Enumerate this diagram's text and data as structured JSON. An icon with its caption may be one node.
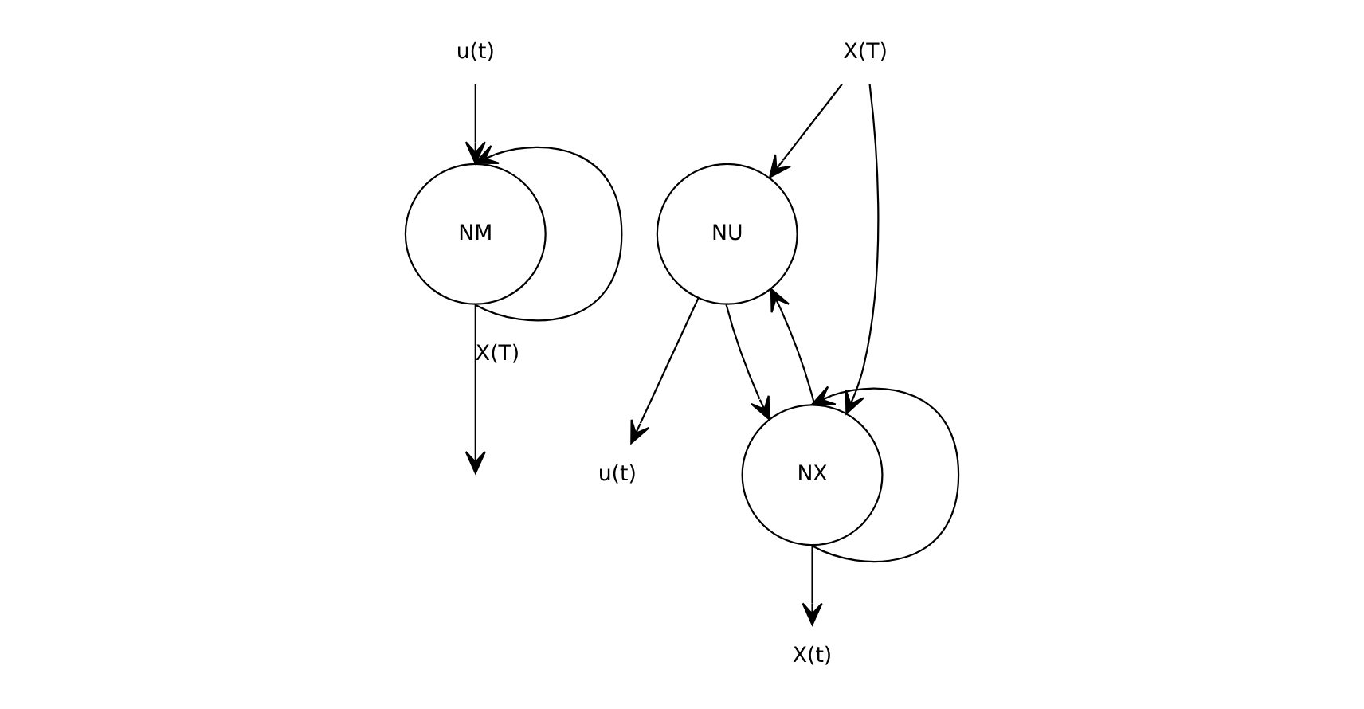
{
  "diagram": {
    "nodes": [
      {
        "text": [
          "u(t)"
        ]
      },
      {
        "text": [
          "NM"
        ]
      },
      {
        "text": [
          "X(T)"
        ]
      },
      {
        "text": [
          "NU"
        ]
      },
      {
        "text": [
          "NX"
        ]
      },
      {
        "text": [
          "u(t)"
        ]
      },
      {
        "text": [
          "X(t)"
        ]
      }
    ],
    "edges": [
      {
        "from": 0,
        "to": 1,
        "arrow": "to"
      },
      {
        "from": 1,
        "to": 1,
        "arrow": "to"
      },
      {
        "from": 1,
        "to": null,
        "arrow": "to",
        "label": "X(T)"
      },
      {
        "from": 2,
        "to": 3,
        "arrow": "to"
      },
      {
        "from": 2,
        "to": 4,
        "arrow": "to"
      },
      {
        "from": 4,
        "to": 3,
        "arrow": "to"
      },
      {
        "from": 4,
        "to": 4,
        "arrow": "to"
      },
      {
        "from": 3,
        "to": 4,
        "arrow": "to"
      },
      {
        "from": 3,
        "to": 5,
        "arrow": "to"
      },
      {
        "from": 4,
        "to": 6,
        "arrow": "to"
      }
    ]
  }
}
